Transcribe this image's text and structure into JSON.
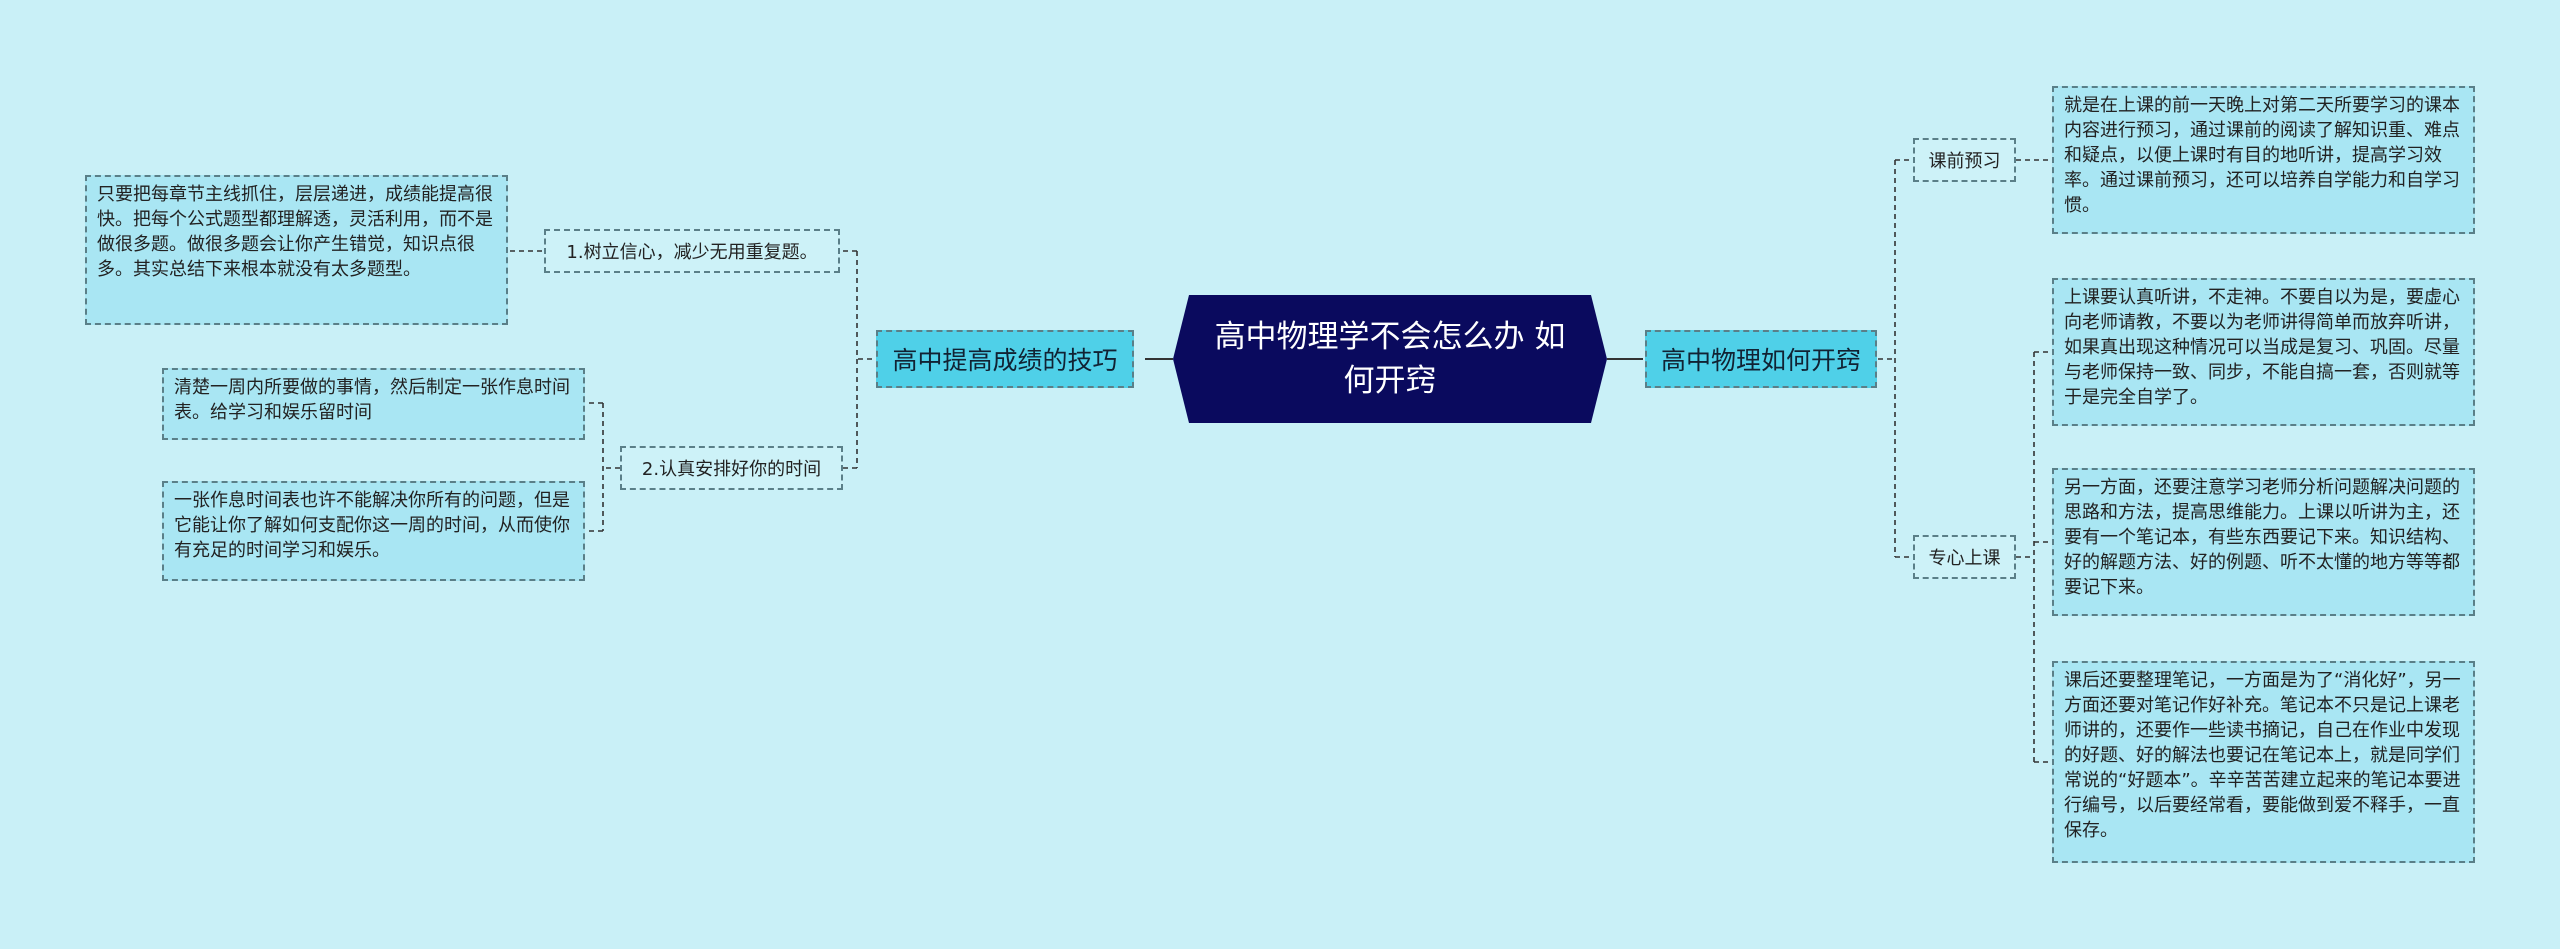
{
  "center": {
    "title": "高中物理学不会怎么办 如何开窍"
  },
  "left": {
    "branch": "高中提高成绩的技巧",
    "sub1": {
      "label": "1.树立信心，减少无用重复题。",
      "leaf": "只要把每章节主线抓住，层层递进，成绩能提高很快。把每个公式题型都理解透，灵活利用，而不是做很多题。做很多题会让你产生错觉，知识点很多。其实总结下来根本就没有太多题型。"
    },
    "sub2": {
      "label": "2.认真安排好你的时间",
      "leaf1": "清楚一周内所要做的事情，然后制定一张作息时间表。给学习和娱乐留时间",
      "leaf2": "一张作息时间表也许不能解决你所有的问题，但是它能让你了解如何支配你这一周的时间，从而使你有充足的时间学习和娱乐。"
    }
  },
  "right": {
    "branch": "高中物理如何开窍",
    "sub1": {
      "label": "课前预习",
      "leaf": "就是在上课的前一天晚上对第二天所要学习的课本内容进行预习，通过课前的阅读了解知识重、难点和疑点，以便上课时有目的地听讲，提高学习效率。通过课前预习，还可以培养自学能力和自学习惯。"
    },
    "sub2": {
      "label": "专心上课",
      "leaf1": "上课要认真听讲，不走神。不要自以为是，要虚心向老师请教，不要以为老师讲得简单而放弃听讲，如果真出现这种情况可以当成是复习、巩固。尽量与老师保持一致、同步，不能自搞一套，否则就等于是完全自学了。",
      "leaf2": "另一方面，还要注意学习老师分析问题解决问题的思路和方法，提高思维能力。上课以听讲为主，还要有一个笔记本，有些东西要记下来。知识结构、好的解题方法、好的例题、听不太懂的地方等等都要记下来。",
      "leaf3": "课后还要整理笔记，一方面是为了“消化好”，另一方面还要对笔记作好补充。笔记本不只是记上课老师讲的，还要作一些读书摘记，自己在作业中发现的好题、好的解法也要记在笔记本上，就是同学们常说的“好题本”。辛辛苦苦建立起来的笔记本要进行编号，以后要经常看，要能做到爱不释手，一直保存。"
    }
  }
}
